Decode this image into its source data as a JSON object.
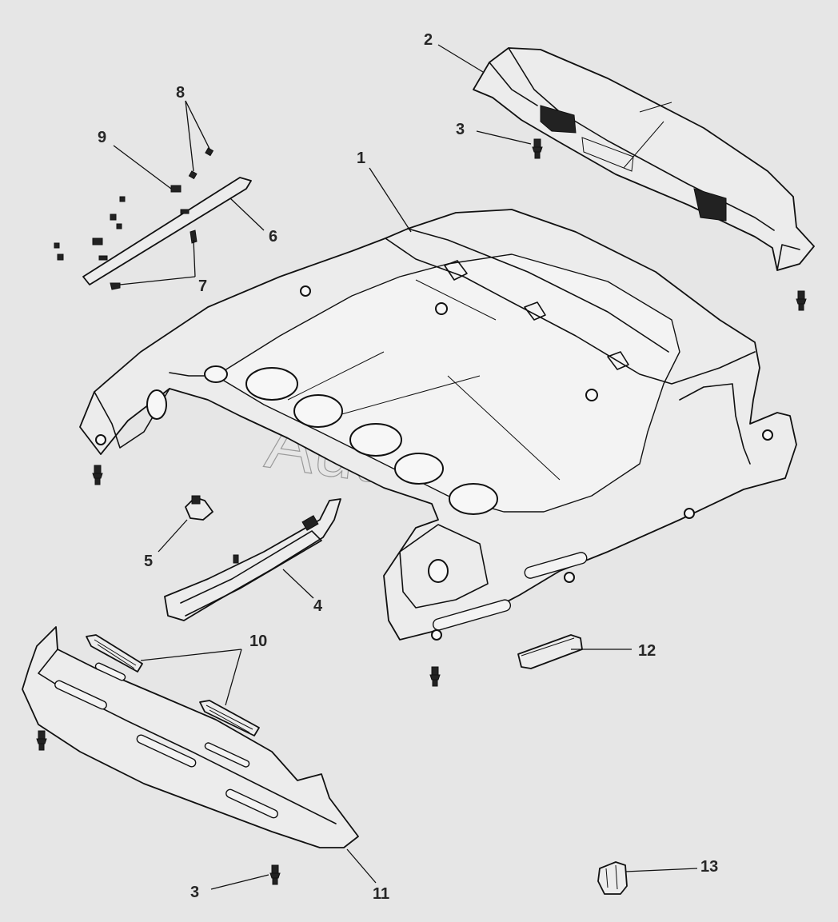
{
  "watermark": "AutoSoft",
  "callouts": [
    {
      "id": "1",
      "label": "1"
    },
    {
      "id": "2",
      "label": "2"
    },
    {
      "id": "3a",
      "label": "3"
    },
    {
      "id": "3b",
      "label": "3"
    },
    {
      "id": "4",
      "label": "4"
    },
    {
      "id": "5",
      "label": "5"
    },
    {
      "id": "6",
      "label": "6"
    },
    {
      "id": "7",
      "label": "7"
    },
    {
      "id": "8",
      "label": "8"
    },
    {
      "id": "9",
      "label": "9"
    },
    {
      "id": "10",
      "label": "10"
    },
    {
      "id": "11",
      "label": "11"
    },
    {
      "id": "12",
      "label": "12"
    },
    {
      "id": "13",
      "label": "13"
    }
  ]
}
